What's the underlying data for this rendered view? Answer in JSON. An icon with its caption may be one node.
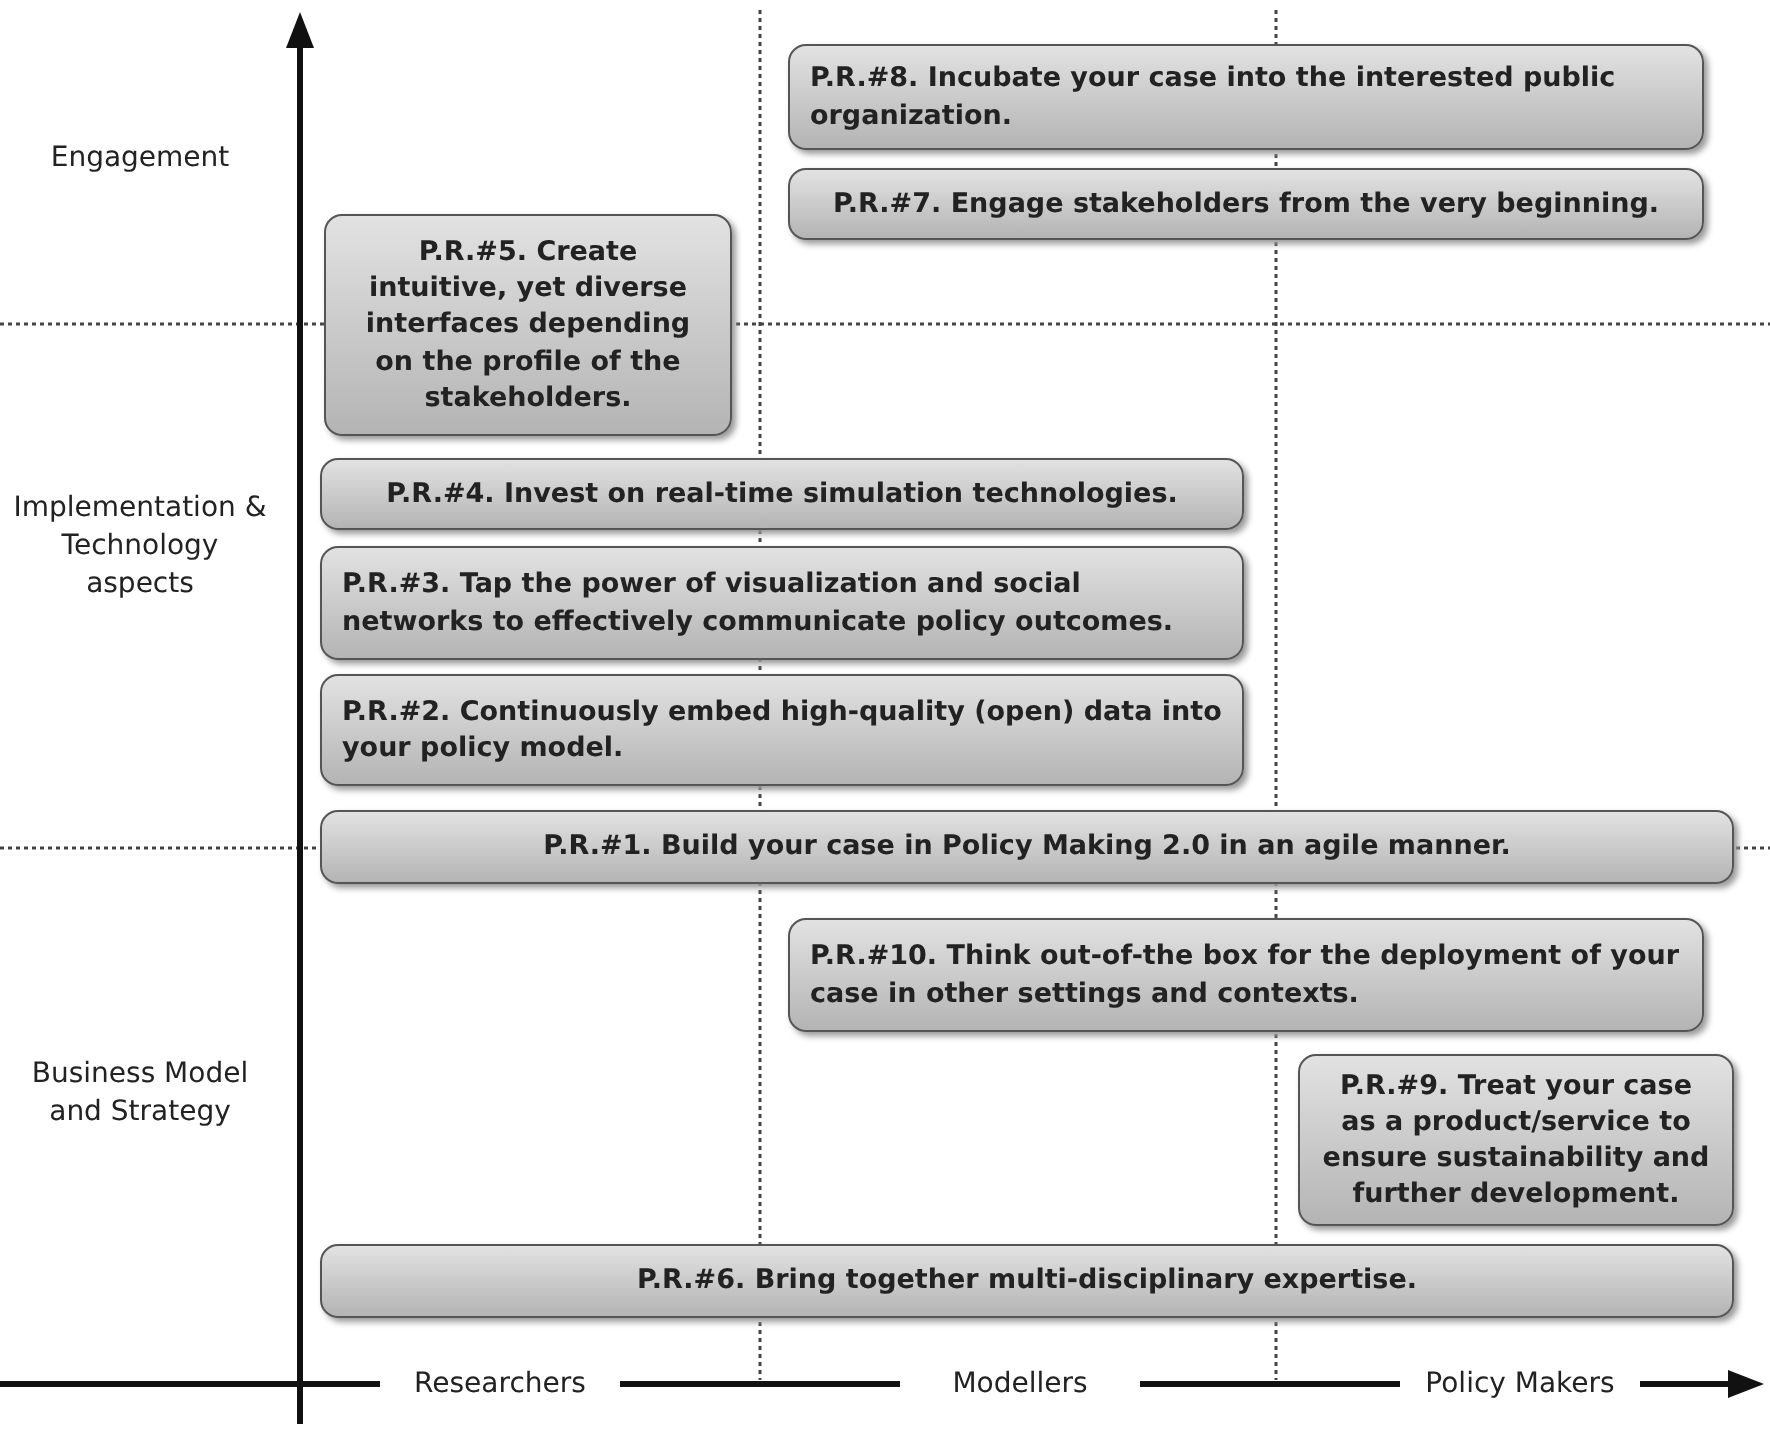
{
  "diagram": {
    "nodes": [
      {
        "text": [
          "P.R.#8. Incubate your case into the interested public organization."
        ]
      },
      {
        "text": [
          "P.R.#7. Engage stakeholders from the very beginning."
        ]
      },
      {
        "text": [
          "P.R.#5. Create intuitive, yet diverse interfaces depending on the profile of the stakeholders."
        ]
      },
      {
        "text": [
          "P.R.#4. Invest on real-time simulation technologies."
        ]
      },
      {
        "text": [
          "P.R.#3. Tap the power of visualization and social networks to effectively communicate policy outcomes."
        ]
      },
      {
        "text": [
          "P.R.#2. Continuously embed high-quality (open) data into your policy model."
        ]
      },
      {
        "text": [
          "P.R.#1. Build your case in Policy Making 2.0 in an agile manner."
        ]
      },
      {
        "text": [
          "P.R.#10. Think out-of-the box for the deployment of your case in other settings and contexts."
        ]
      },
      {
        "text": [
          "P.R.#9. Treat your case as a product/service to ensure sustainability and further development."
        ]
      },
      {
        "text": [
          "P.R.#6. Bring together multi-disciplinary expertise."
        ]
      }
    ],
    "edges": [],
    "labels": [
      "Engagement",
      "Implementation & Technology aspects",
      "Business Model and Strategy",
      "Researchers",
      "Modellers",
      "Policy Makers"
    ]
  }
}
